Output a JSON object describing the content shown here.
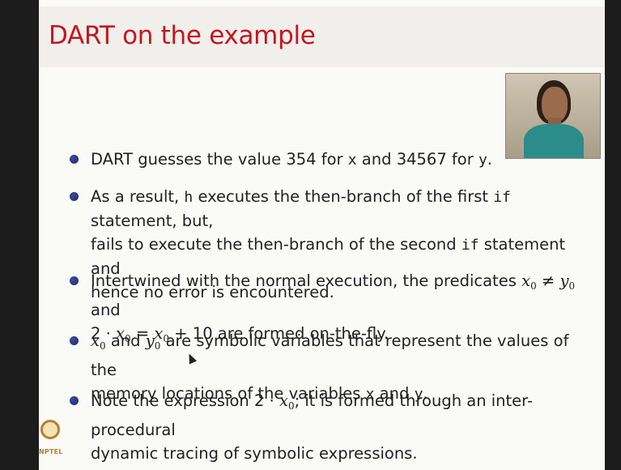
{
  "slide": {
    "title": "DART on the example",
    "bullets": [
      {
        "parts": [
          "DART guesses the value 354 for ",
          "x",
          " and 34567 for ",
          "y",
          "."
        ]
      },
      {
        "parts": [
          "As a result, ",
          "h",
          " executes the then-branch of the first ",
          "if",
          " statement, but,",
          "fails to execute the then-branch of the second ",
          "if",
          " statement and",
          "hence no error is encountered."
        ]
      },
      {
        "parts": [
          "Intertwined with the normal execution, the predicates ",
          "x",
          "0",
          " ≠ ",
          "y",
          "0",
          " and",
          "2 · ",
          "x",
          "0",
          " = ",
          "x",
          "0",
          " + 10 are formed on-the-fly."
        ]
      },
      {
        "parts": [
          "x",
          "0",
          " and ",
          "y",
          "0",
          " are symbolic variables that represent the values of the",
          "memory locations of the variables ",
          "x",
          " and ",
          "y",
          "."
        ]
      },
      {
        "parts": [
          "Note the expression 2 · ",
          "x",
          "0",
          "; it is formed through an inter-procedural",
          "dynamic tracing of symbolic expressions."
        ]
      }
    ]
  },
  "logo": {
    "label": "NPTEL"
  },
  "colors": {
    "title": "#c4171d",
    "bullet": "#1d2a6c",
    "text": "#222222"
  },
  "icons": {
    "cursor": "mouse-pointer-icon",
    "logo": "nptel-logo-icon"
  }
}
